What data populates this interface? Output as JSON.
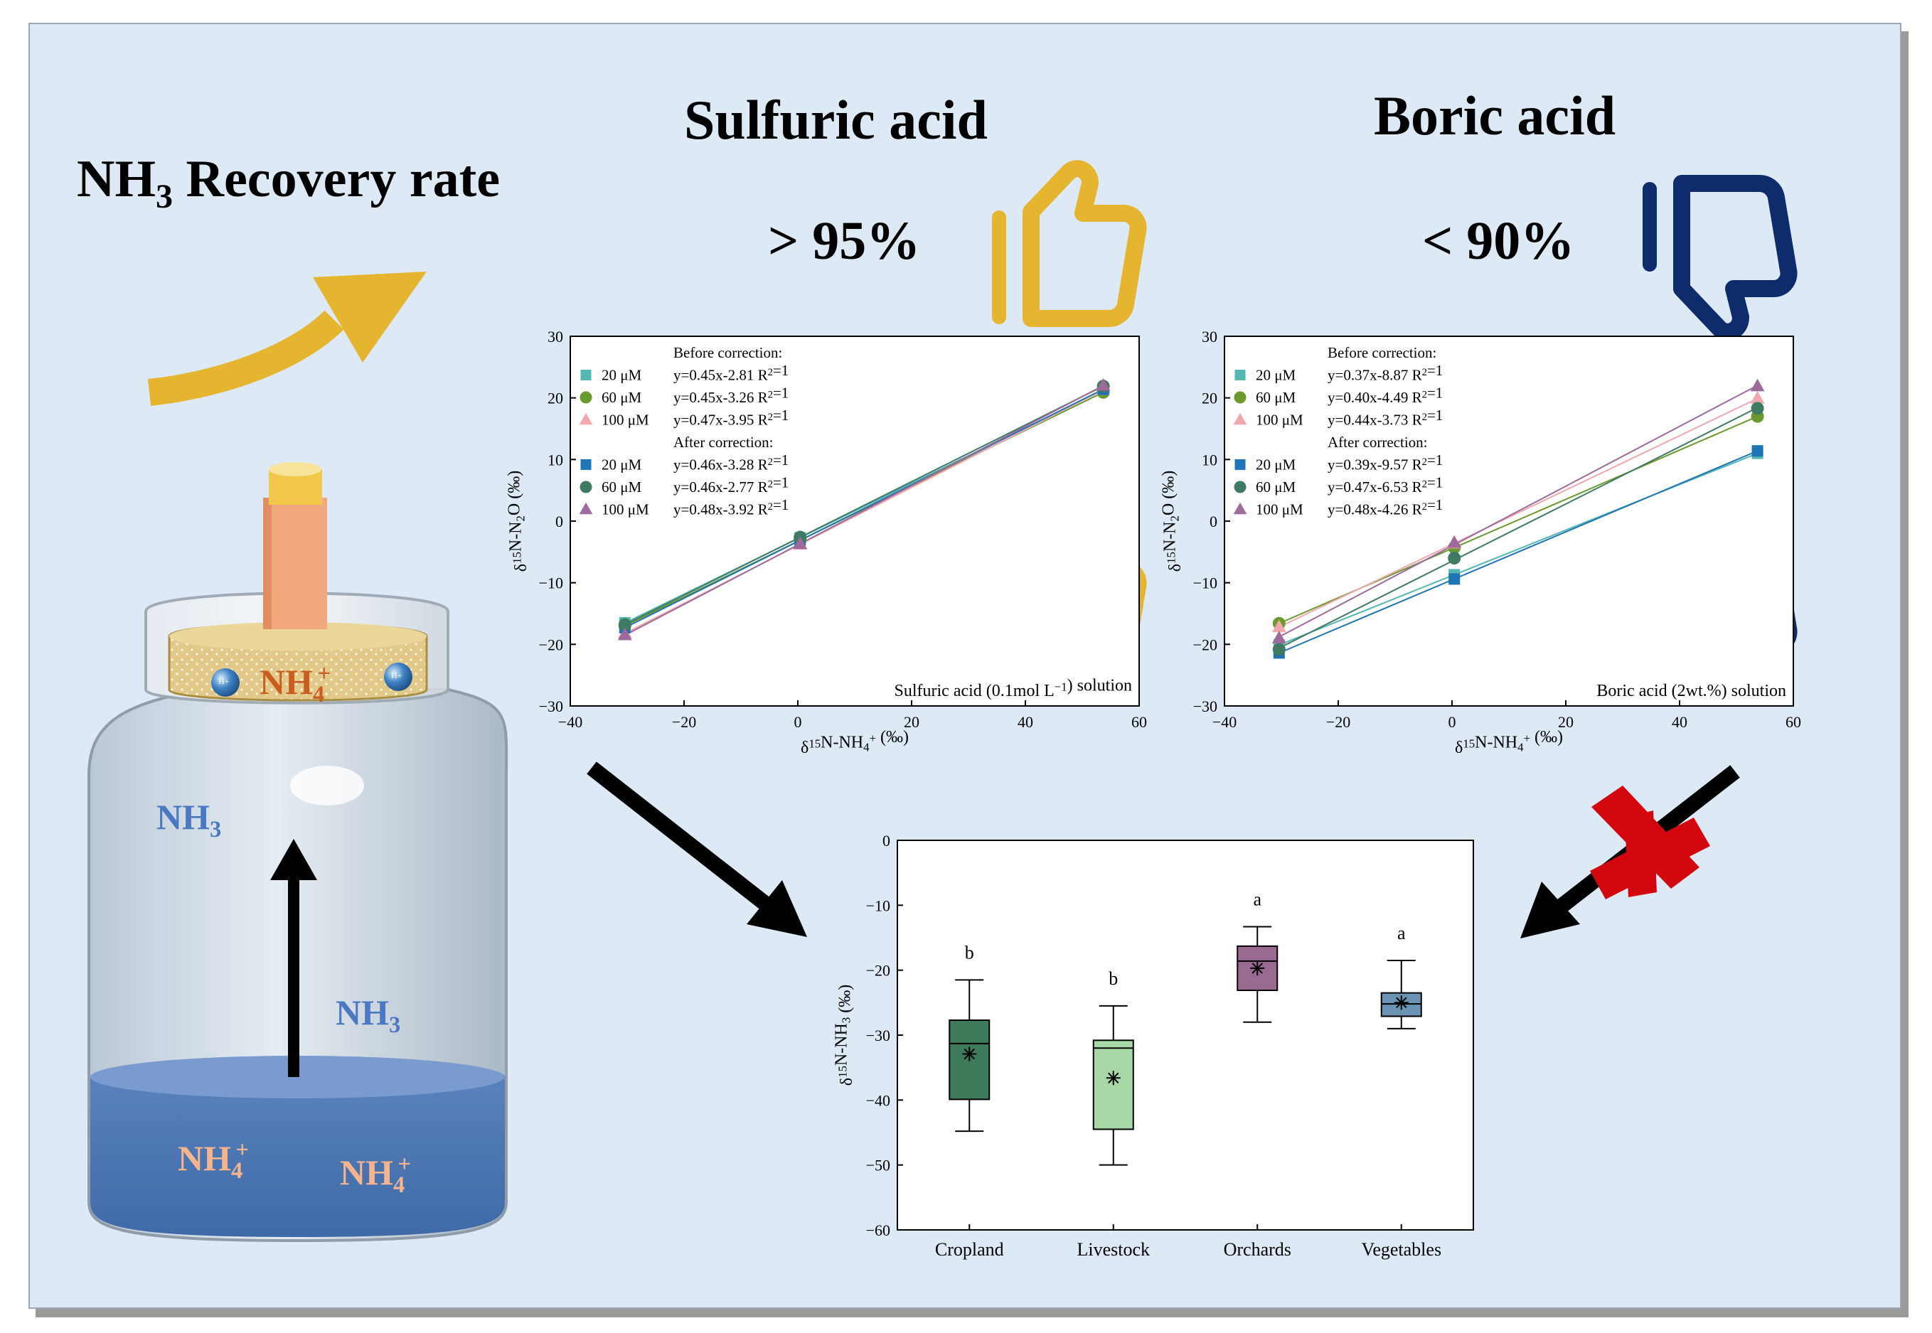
{
  "headline": {
    "formula": "NH",
    "sub": "3",
    "text": " Recovery rate"
  },
  "sulfuric": {
    "title": "Sulfuric acid",
    "rate": "> 95%",
    "verdict": "thumbs-up-icon",
    "color": "#e6b52f"
  },
  "boric": {
    "title": "Boric acid",
    "rate": "< 90%",
    "verdict": "thumbs-down-icon",
    "color": "#0e2b6b"
  },
  "jar": {
    "nh4_top": "NH4+",
    "nh3_top": "NH3",
    "nh3_mid": "NH3",
    "nh4_left": "NH4+",
    "nh4_right": "NH4+",
    "hplus": "H+"
  },
  "colors": {
    "s20": "#55b7b3",
    "s60": "#6a9a2e",
    "s100": "#f0a7ad",
    "a20": "#1f74b3",
    "a60": "#3f7a63",
    "a100": "#9e6a9c",
    "arrow": "#e6b52f",
    "cross": "#d3060d"
  },
  "chart_data": [
    {
      "type": "scatter",
      "id": "sulfuric",
      "xlabel": "δ15N-NH4+ (‰)",
      "ylabel": "δ15N-N2O (‰)",
      "xlim": [
        -40,
        60
      ],
      "ylim": [
        -30,
        30
      ],
      "xticks": [
        "−40",
        "−20",
        "0",
        "20",
        "40",
        "60"
      ],
      "yticks": [
        "−30",
        "−20",
        "−10",
        "0",
        "10",
        "20",
        "30"
      ],
      "annotation": "Sulfuric acid (0.1mol L−1) solution",
      "legend_before": "Before correction:",
      "legend_after": "After correction:",
      "series": [
        {
          "name": "20 μM",
          "eq": "y=0.45x-2.81  R2=1",
          "group": "before",
          "marker": "square",
          "color": "#55b7b3",
          "x": [
            -30.4,
            0.4,
            53.7
          ],
          "y": [
            -16.5,
            -2.7,
            21.3
          ]
        },
        {
          "name": "60 μM",
          "eq": "y=0.45x-3.26  R2=1",
          "group": "before",
          "marker": "circle",
          "color": "#6a9a2e",
          "x": [
            -30.4,
            0.4,
            53.7
          ],
          "y": [
            -17.0,
            -3.1,
            20.9
          ]
        },
        {
          "name": "100 μM",
          "eq": "y=0.47x-3.95  R2=1",
          "group": "before",
          "marker": "triangle",
          "color": "#f0a7ad",
          "x": [
            -30.4,
            0.4,
            53.7
          ],
          "y": [
            -18.2,
            -3.8,
            21.3
          ]
        },
        {
          "name": "20 μM",
          "eq": "y=0.46x-3.28  R2=1",
          "group": "after",
          "marker": "square",
          "color": "#1f74b3",
          "x": [
            -30.4,
            0.4,
            53.7
          ],
          "y": [
            -17.3,
            -3.1,
            21.4
          ]
        },
        {
          "name": "60 μM",
          "eq": "y=0.46x-2.77  R2=1",
          "group": "after",
          "marker": "circle",
          "color": "#3f7a63",
          "x": [
            -30.4,
            0.4,
            53.7
          ],
          "y": [
            -16.8,
            -2.6,
            21.9
          ]
        },
        {
          "name": "100 μM",
          "eq": "y=0.48x-3.92  R2=1",
          "group": "after",
          "marker": "triangle",
          "color": "#9e6a9c",
          "x": [
            -30.4,
            0.4,
            53.7
          ],
          "y": [
            -18.5,
            -3.7,
            22.0
          ]
        }
      ]
    },
    {
      "type": "scatter",
      "id": "boric",
      "xlabel": "δ15N-NH4+ (‰)",
      "ylabel": "δ15N-N2O (‰)",
      "xlim": [
        -40,
        60
      ],
      "ylim": [
        -30,
        30
      ],
      "xticks": [
        "−40",
        "−20",
        "0",
        "20",
        "40",
        "60"
      ],
      "yticks": [
        "−30",
        "−20",
        "−10",
        "0",
        "10",
        "20",
        "30"
      ],
      "annotation": "Boric acid (2wt.%) solution",
      "legend_before": "Before correction:",
      "legend_after": "After correction:",
      "series": [
        {
          "name": "20 μM",
          "eq": "y=0.37x-8.87  R2=1",
          "group": "before",
          "marker": "square",
          "color": "#55b7b3",
          "x": [
            -30.4,
            0.4,
            53.7
          ],
          "y": [
            -20.1,
            -8.7,
            11.0
          ]
        },
        {
          "name": "60 μM",
          "eq": "y=0.40x-4.49  R2=1",
          "group": "before",
          "marker": "circle",
          "color": "#6a9a2e",
          "x": [
            -30.4,
            0.4,
            53.7
          ],
          "y": [
            -16.6,
            -4.3,
            17.0
          ]
        },
        {
          "name": "100 μM",
          "eq": "y=0.44x-3.73  R2=1",
          "group": "before",
          "marker": "triangle",
          "color": "#f0a7ad",
          "x": [
            -30.4,
            0.4,
            53.7
          ],
          "y": [
            -17.2,
            -3.6,
            19.9
          ]
        },
        {
          "name": "20 μM",
          "eq": "y=0.39x-9.57  R2=1",
          "group": "after",
          "marker": "square",
          "color": "#1f74b3",
          "x": [
            -30.4,
            0.4,
            53.7
          ],
          "y": [
            -21.4,
            -9.4,
            11.4
          ]
        },
        {
          "name": "60 μM",
          "eq": "y=0.47x-6.53  R2=1",
          "group": "after",
          "marker": "circle",
          "color": "#3f7a63",
          "x": [
            -30.4,
            0.4,
            53.7
          ],
          "y": [
            -20.8,
            -6.0,
            18.3
          ]
        },
        {
          "name": "100 μM",
          "eq": "y=0.48x-4.26  R2=1",
          "group": "after",
          "marker": "triangle",
          "color": "#9e6a9c",
          "x": [
            -30.4,
            0.4,
            53.7
          ],
          "y": [
            -19.0,
            -3.5,
            21.9
          ]
        }
      ]
    },
    {
      "type": "box",
      "id": "sources",
      "ylabel": "δ15N-NH3 (‰)",
      "ylim": [
        -60,
        0
      ],
      "yticks": [
        "0",
        "−10",
        "−20",
        "−30",
        "−40",
        "−50",
        "−60"
      ],
      "categories": [
        "Cropland",
        "Livestock",
        "Orchards",
        "Vegetables"
      ],
      "letters": [
        "b",
        "b",
        "a",
        "a"
      ],
      "boxes": [
        {
          "min": -44.8,
          "q1": -39.9,
          "median": -31.3,
          "q3": -27.7,
          "max": -21.5,
          "mean": -32.9,
          "color": "#3f7a5a"
        },
        {
          "min": -50.0,
          "q1": -44.5,
          "median": -32.0,
          "q3": -30.8,
          "max": -25.5,
          "mean": -36.6,
          "color": "#a9d8a8"
        },
        {
          "min": -28.0,
          "q1": -23.1,
          "median": -18.6,
          "q3": -16.3,
          "max": -13.3,
          "mean": -19.7,
          "color": "#9a6a93"
        },
        {
          "min": -29.0,
          "q1": -27.1,
          "median": -25.2,
          "q3": -23.5,
          "max": -18.5,
          "mean": -25.0,
          "color": "#6a93b4"
        }
      ]
    }
  ]
}
